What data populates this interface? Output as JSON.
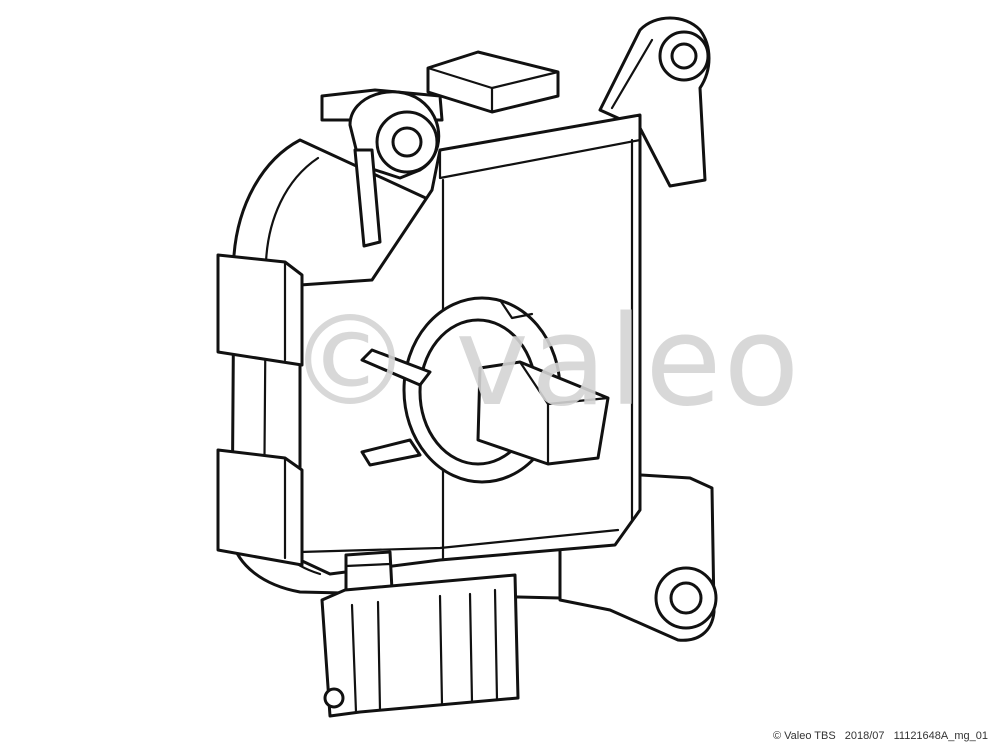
{
  "watermark": {
    "text": "© valeo"
  },
  "caption": {
    "copyright": "© Valeo TBS",
    "date": "2018/07",
    "part_id": "11121648A_mg_01"
  },
  "colors": {
    "line": "#111111",
    "watermark": "#d4d4d4",
    "background": "#ffffff"
  }
}
